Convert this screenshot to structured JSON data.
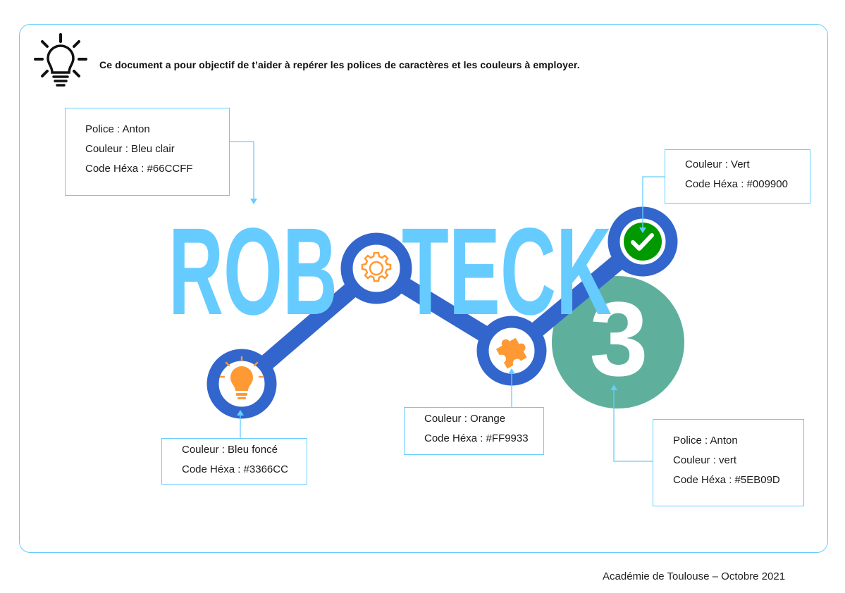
{
  "intro_text": "Ce document a pour objectif de t’aider à repérer les polices de caractères et les couleurs à employer.",
  "logo": {
    "word_left": "ROB",
    "word_right": "TECK",
    "number": "3"
  },
  "notes": {
    "light_blue": {
      "font": "Police : Anton",
      "color": "Couleur : Bleu clair",
      "hex": "Code Héxa : #66CCFF"
    },
    "green_check": {
      "color": "Couleur : Vert",
      "hex": "Code Héxa : #009900"
    },
    "dark_blue": {
      "color": "Couleur : Bleu foncé",
      "hex": "Code Héxa : #3366CC"
    },
    "orange": {
      "color": "Couleur : Orange",
      "hex": "Code Héxa : #FF9933"
    },
    "green_number": {
      "font": "Police : Anton",
      "color": "Couleur : vert",
      "hex": "Code Héxa : #5EB09D"
    }
  },
  "footer": "Académie de Toulouse – Octobre 2021",
  "colors": {
    "light_blue": "#66CCFF",
    "dark_blue": "#3366CC",
    "orange": "#FF9933",
    "green": "#009900",
    "teal_green": "#5EB09D"
  },
  "icons": [
    "lightbulb-icon",
    "gear-icon",
    "puzzle-icon",
    "checkmark-icon"
  ]
}
